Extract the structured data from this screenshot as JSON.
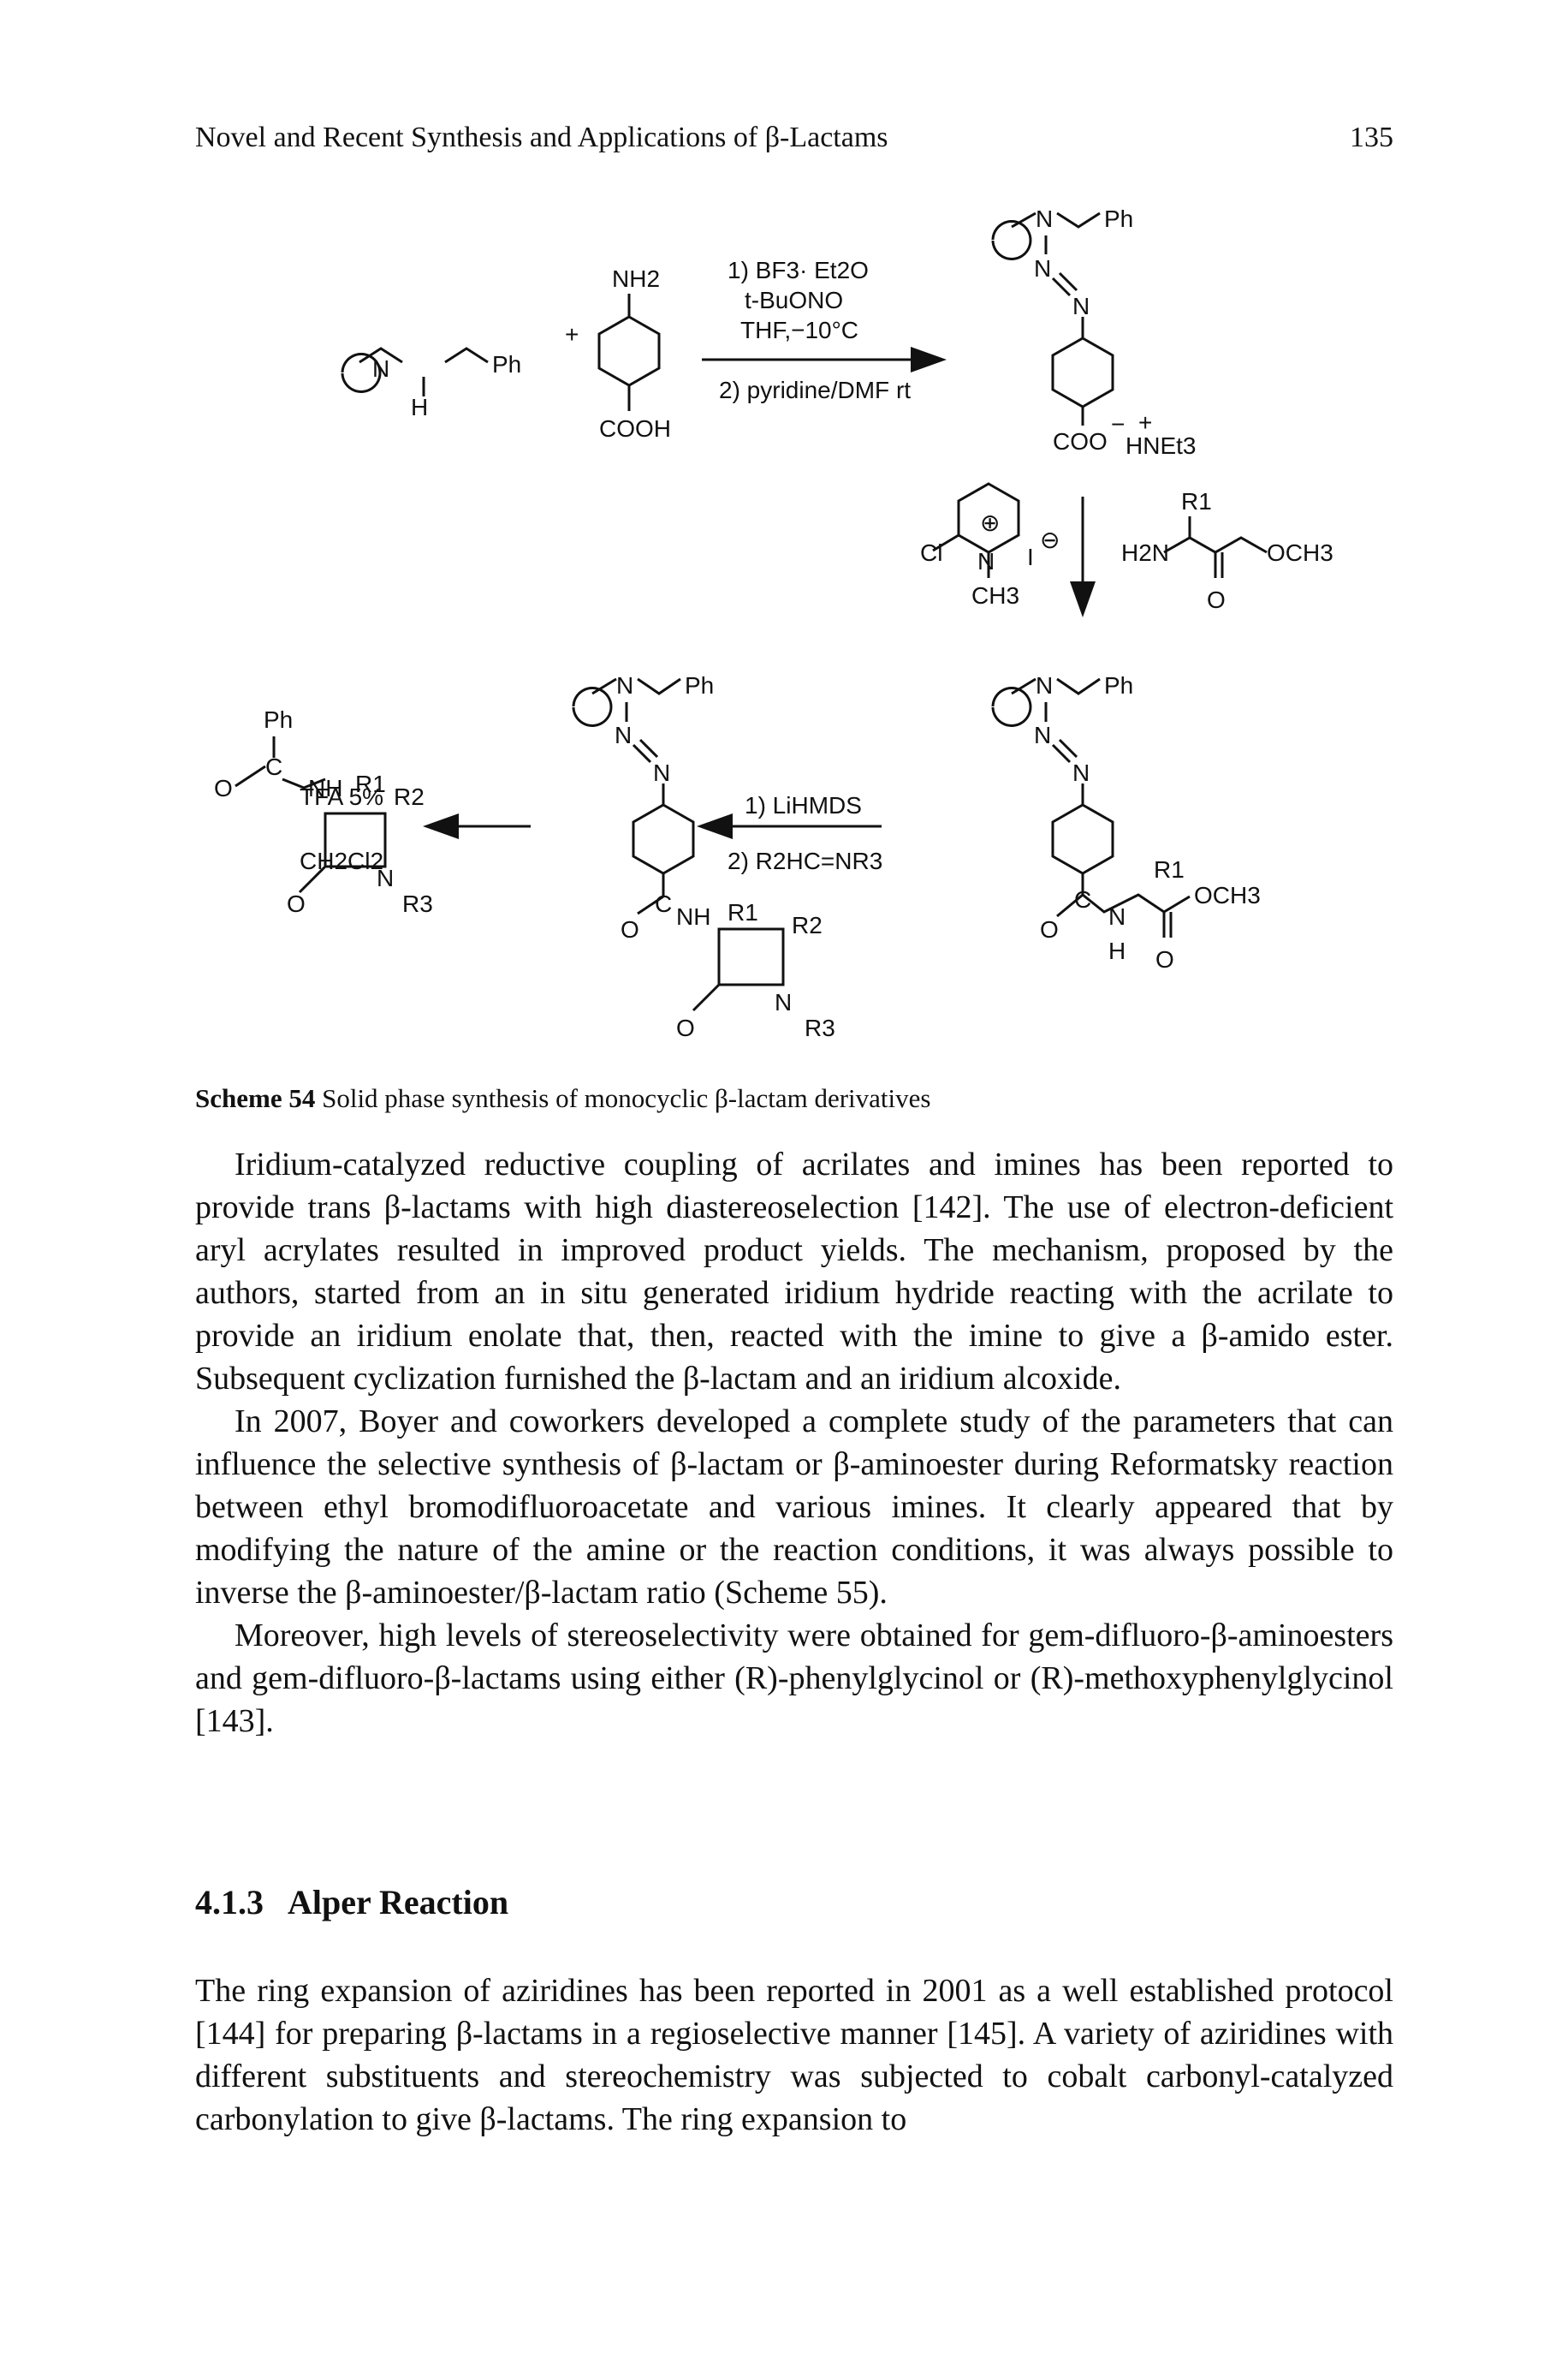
{
  "header": {
    "title": "Novel and Recent Synthesis and Applications of β-Lactams",
    "page": "135"
  },
  "scheme": {
    "reactant1": {
      "ph": "Ph",
      "n": "N",
      "h": "H"
    },
    "plus": "+",
    "reactant2": {
      "nh2": "NH2",
      "cooh": "COOH"
    },
    "arrow1_above": [
      "1) BF3· Et2O",
      "t-BuONO",
      "THF,−10°C"
    ],
    "arrow1_below": "2) pyridine/DMF rt",
    "product1": {
      "n1": "N",
      "ph": "Ph",
      "n2": "N",
      "n3": "N",
      "coo": "COO",
      "minus": "−",
      "plus": "+",
      "hnet3": "HNEt3"
    },
    "reagent_salt": {
      "cl": "Cl",
      "n": "N",
      "ch3": "CH3",
      "iodide": "I",
      "charge_plus": "⊕",
      "charge_minus": "⊖"
    },
    "amino_ester": {
      "r1": "R1",
      "h2n": "H2N",
      "och3": "OCH3",
      "o": "O"
    },
    "product2": {
      "n1": "N",
      "ph": "Ph",
      "n2": "N",
      "n3": "N",
      "c": "C",
      "r1": "R1",
      "och3": "OCH3",
      "n4": "N",
      "h": "H",
      "o1": "O",
      "o2": "O"
    },
    "arrow2_above": "1) LiHMDS",
    "arrow2_below": "2) R2HC=NR3",
    "product3": {
      "n1": "N",
      "ph": "Ph",
      "n2": "N",
      "n3": "N",
      "o": "O",
      "c": "C",
      "nh": "NH",
      "r1": "R1",
      "r2": "R2",
      "n4": "N",
      "r3": "R3",
      "o2": "O"
    },
    "arrow3_above": "TFA 5%",
    "arrow3_below": "CH2Cl2",
    "final": {
      "ph": "Ph",
      "o": "O",
      "c": "C",
      "nh": "NH",
      "r1": "R1",
      "r2": "R2",
      "n": "N",
      "r3": "R3",
      "o2": "O"
    }
  },
  "caption": {
    "label": "Scheme 54",
    "text": "Solid phase synthesis of monocyclic β-lactam derivatives"
  },
  "paragraphs": [
    "Iridium-catalyzed reductive coupling of acrilates and imines has been reported to provide trans β-lactams with high diastereoselection [142]. The use of electron-deficient aryl acrylates resulted in improved product yields. The mechanism, proposed by the authors, started from an in situ generated iridium hydride reacting with the acrilate to provide an iridium enolate that, then, reacted with the imine to give a β-amido ester. Subsequent cyclization furnished the β-lactam and an iridium alcoxide.",
    "In 2007, Boyer and coworkers developed a complete study of the parameters that can influence the selective synthesis of β-lactam or β-aminoester during Reformatsky reaction between ethyl bromodifluoroacetate and various imines. It clearly appeared that by modifying the nature of the amine or the reaction conditions, it was always possible to inverse the β-aminoester/β-lactam ratio (Scheme 55).",
    "Moreover, high levels of stereoselectivity were obtained for gem-difluoro-β-aminoesters and gem-difluoro-β-lactams using either (R)-phenylglycinol or (R)-methoxyphenylglycinol [143]."
  ],
  "section": {
    "number": "4.1.3",
    "title": "Alper Reaction"
  },
  "paragraph_last": "The ring expansion of aziridines has been reported in 2001 as a well established protocol [144] for preparing β-lactams in a regioselective manner [145]. A variety of aziridines with different substituents and stereochemistry was subjected to cobalt carbonyl-catalyzed carbonylation to give β-lactams. The ring expansion to"
}
